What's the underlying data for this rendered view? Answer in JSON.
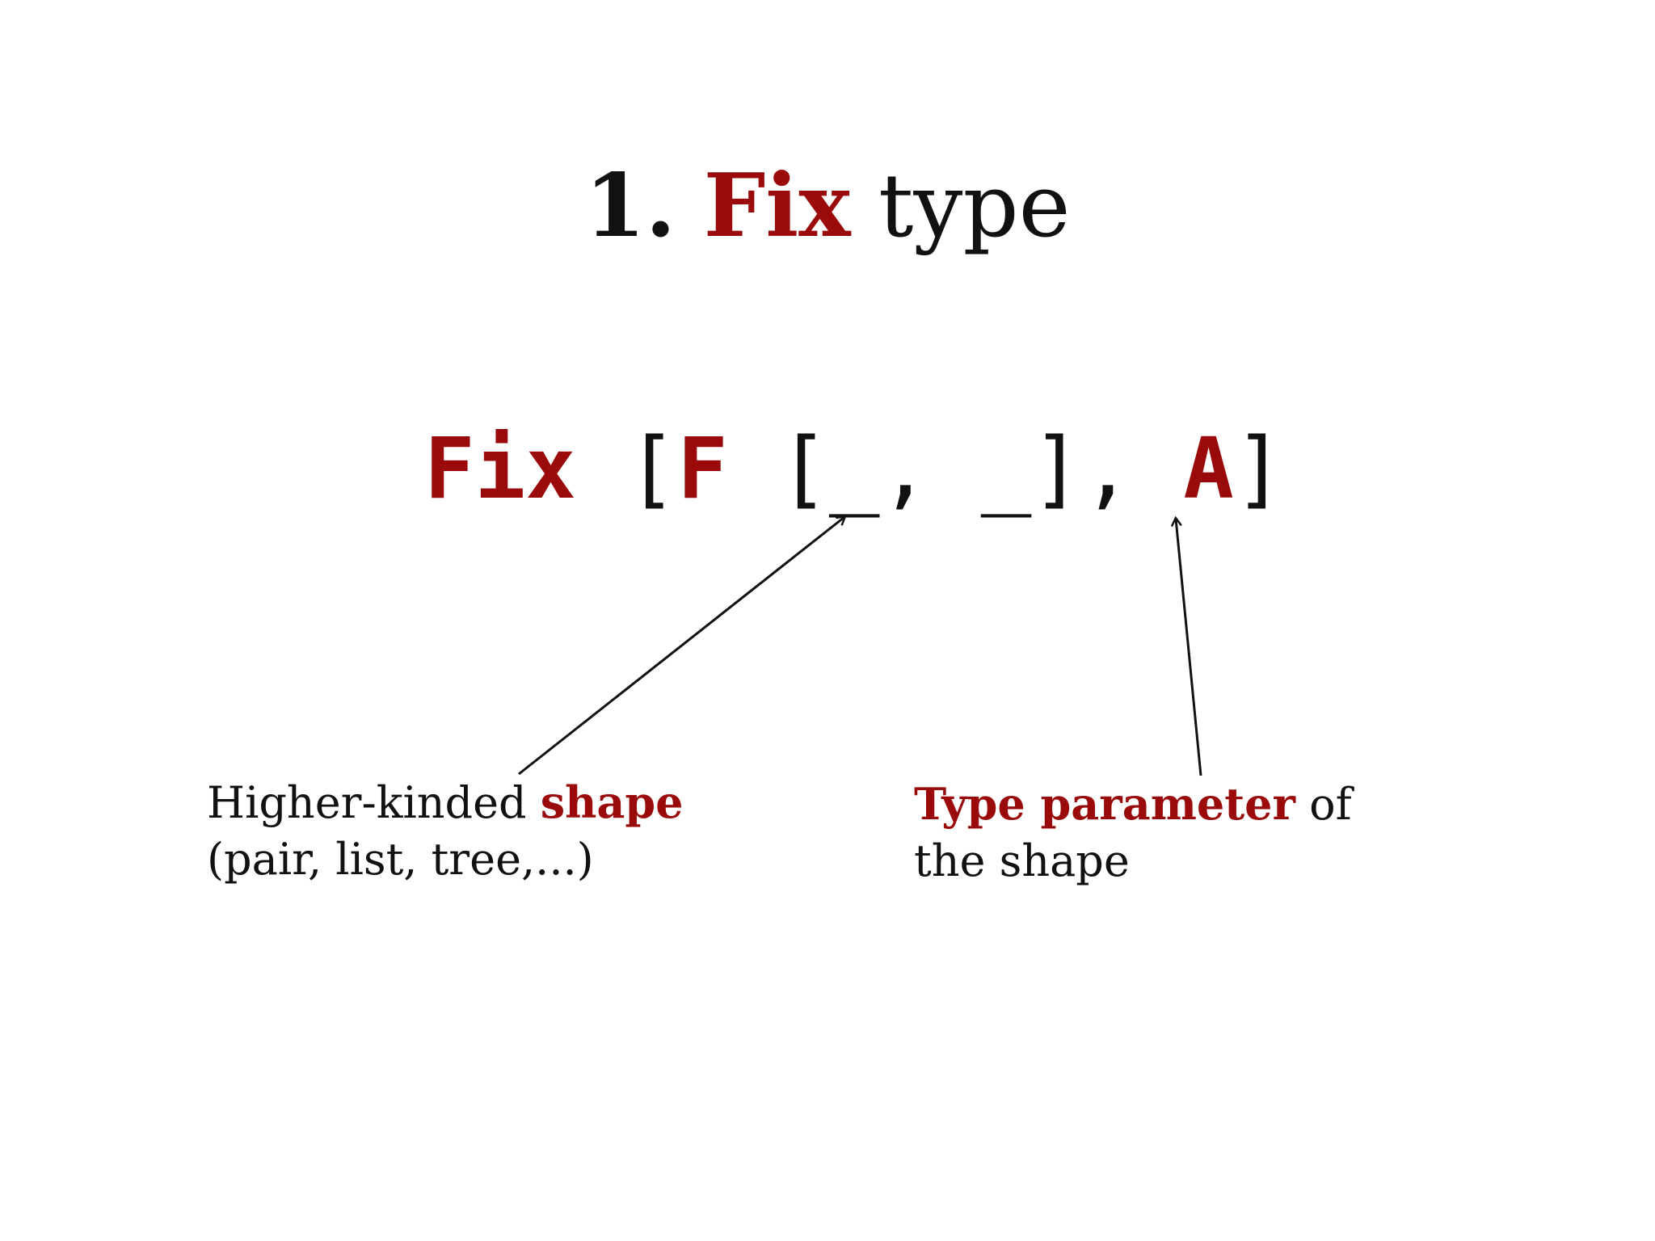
{
  "colors": {
    "accent": "#9b0a0a",
    "text": "#111111",
    "background": "#ffffff"
  },
  "title": {
    "number": "1.",
    "keyword": "Fix",
    "rest": "type"
  },
  "code": {
    "fix": "Fix",
    "open_outer": " [",
    "f": "F",
    "inner": " [_, _], ",
    "a": "A",
    "close_outer": "]"
  },
  "callouts": {
    "left": {
      "line1_prefix": "Higher-kinded ",
      "line1_emphasis": "shape",
      "line2": "(pair, list, tree,...)"
    },
    "right": {
      "line1_emphasis": "Type parameter",
      "line1_suffix": " of",
      "line2": "the shape"
    }
  }
}
